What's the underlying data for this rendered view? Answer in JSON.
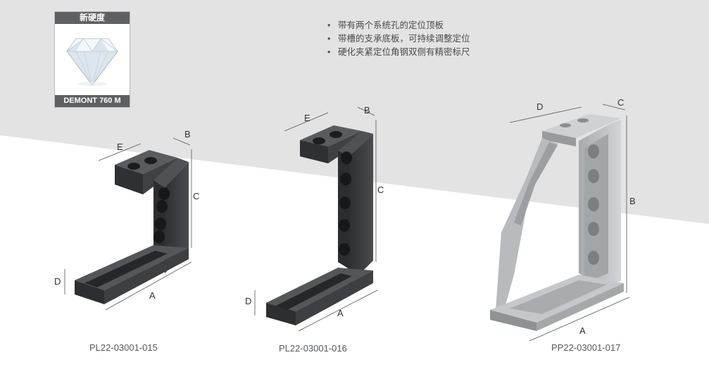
{
  "badge": {
    "title": "新硬度",
    "material": "DEMONT 760 M"
  },
  "icons": {
    "badge_gem": "diamond-icon"
  },
  "features": [
    "带有两个系统孔的定位顶板",
    "带槽的支承底板，可持续调整定位",
    "硬化夹紧定位角钢双侧有精密标尺"
  ],
  "products": [
    {
      "part_no": "PL22-03001-015",
      "dims": {
        "A": "A",
        "B": "B",
        "C": "C",
        "D": "D",
        "E": "E"
      }
    },
    {
      "part_no": "PL22-03001-016",
      "dims": {
        "A": "A",
        "B": "B",
        "C": "C",
        "D": "D",
        "E": "E"
      }
    },
    {
      "part_no": "PP22-03001-017",
      "dims": {
        "A": "A",
        "B": "B",
        "C": "C",
        "D": "D"
      }
    }
  ],
  "colors": {
    "background_gray": "#e3e3e3",
    "badge_bar": "#5f6063",
    "dark_steel": "#3b3c3f",
    "light_steel": "#b9bcbf"
  }
}
